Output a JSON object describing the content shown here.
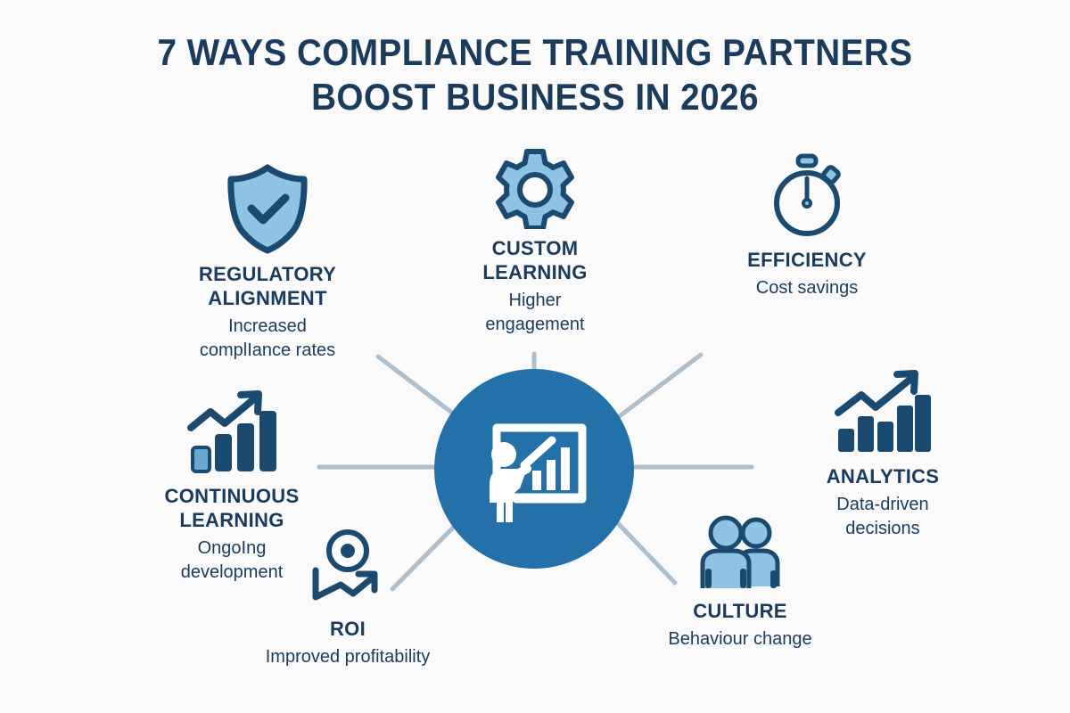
{
  "title": {
    "line1": "7 WAYS COMPLIANCE TRAINING PARTNERS",
    "line2": "BOOST BUSINESS IN 2026"
  },
  "colors": {
    "background": "#fafafa",
    "navy": "#1b3b5c",
    "hub_blue": "#2470a8",
    "light_blue": "#8fc3e3",
    "spoke_gray": "#aebecc"
  },
  "hub": {
    "icon": "trainer-whiteboard-icon"
  },
  "nodes": [
    {
      "key": "regulatory",
      "icon": "shield-check-icon",
      "label": "REGULATORY\nALIGNMENT",
      "desc": "Increased\ncomplIance rates"
    },
    {
      "key": "custom",
      "icon": "gear-icon",
      "label": "CUSTOM\nLEARNING",
      "desc": "Higher\nengagement"
    },
    {
      "key": "efficiency",
      "icon": "stopwatch-icon",
      "label": "EFFICIENCY",
      "desc": "Cost savings"
    },
    {
      "key": "continuous",
      "icon": "growth-bars-arrow-icon",
      "label": "CONTINUOUS\nLEARNING",
      "desc": "OngoIng\ndevelopment"
    },
    {
      "key": "analytics",
      "icon": "analytics-bars-arrow-icon",
      "label": "ANALYTICS",
      "desc": "Data-driven\ndecisions"
    },
    {
      "key": "roi",
      "icon": "coin-trend-icon",
      "label": "ROI",
      "desc": "Improved profitability"
    },
    {
      "key": "culture",
      "icon": "people-group-icon",
      "label": "CULTURE",
      "desc": "Behaviour change"
    }
  ]
}
